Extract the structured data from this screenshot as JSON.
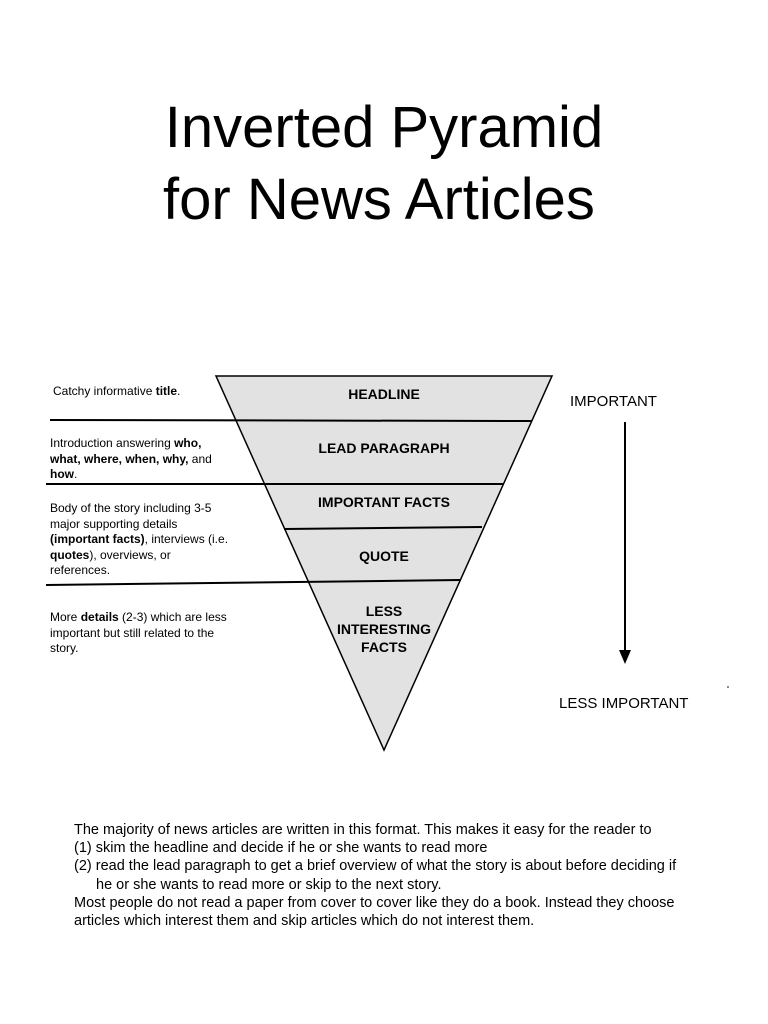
{
  "title": {
    "line1": "Inverted Pyramid",
    "line2": "for News Articles"
  },
  "pyramid_levels": [
    {
      "label": "HEADLINE"
    },
    {
      "label": "LEAD PARAGRAPH"
    },
    {
      "label": "IMPORTANT FACTS"
    },
    {
      "label": "QUOTE"
    },
    {
      "label_lines": [
        "LESS",
        "INTERESTING",
        "FACTS"
      ]
    }
  ],
  "descriptions": {
    "title_desc": {
      "pre": "Catchy informative ",
      "bold": "title",
      "post": "."
    },
    "intro_desc": {
      "pre": "Introduction answering ",
      "bold1": "who,",
      "mid_bold": "what, where, when, why,",
      "and": " and",
      "bold2": "how",
      "post": "."
    },
    "body_desc": {
      "line1": "Body of the story including 3-5",
      "line2": "major supporting details",
      "bold1": "(important facts)",
      "after1": ", interviews (i.e.",
      "bold2": "quotes",
      "after2": "),  overviews, or",
      "line5": "references."
    },
    "details_desc": {
      "pre": "More ",
      "bold": "details",
      "post": " (2-3) which are less",
      "line2": "important but still related to the",
      "line3": "story."
    }
  },
  "axis": {
    "top": "IMPORTANT",
    "bottom": "LESS IMPORTANT"
  },
  "body_text": {
    "line1": "The majority of news articles are written in this format.  This makes it easy for the reader to",
    "line2": "(1) skim the headline and decide if he or she wants to read more",
    "line3": "(2) read the lead paragraph to get a brief overview of what the story is about before deciding if",
    "line4": "he or she wants to read more or skip to the next story.",
    "line5": "Most people do not read a paper from cover to cover like they do a book.  Instead they choose",
    "line6": "articles which interest them and skip articles which do not interest them."
  }
}
